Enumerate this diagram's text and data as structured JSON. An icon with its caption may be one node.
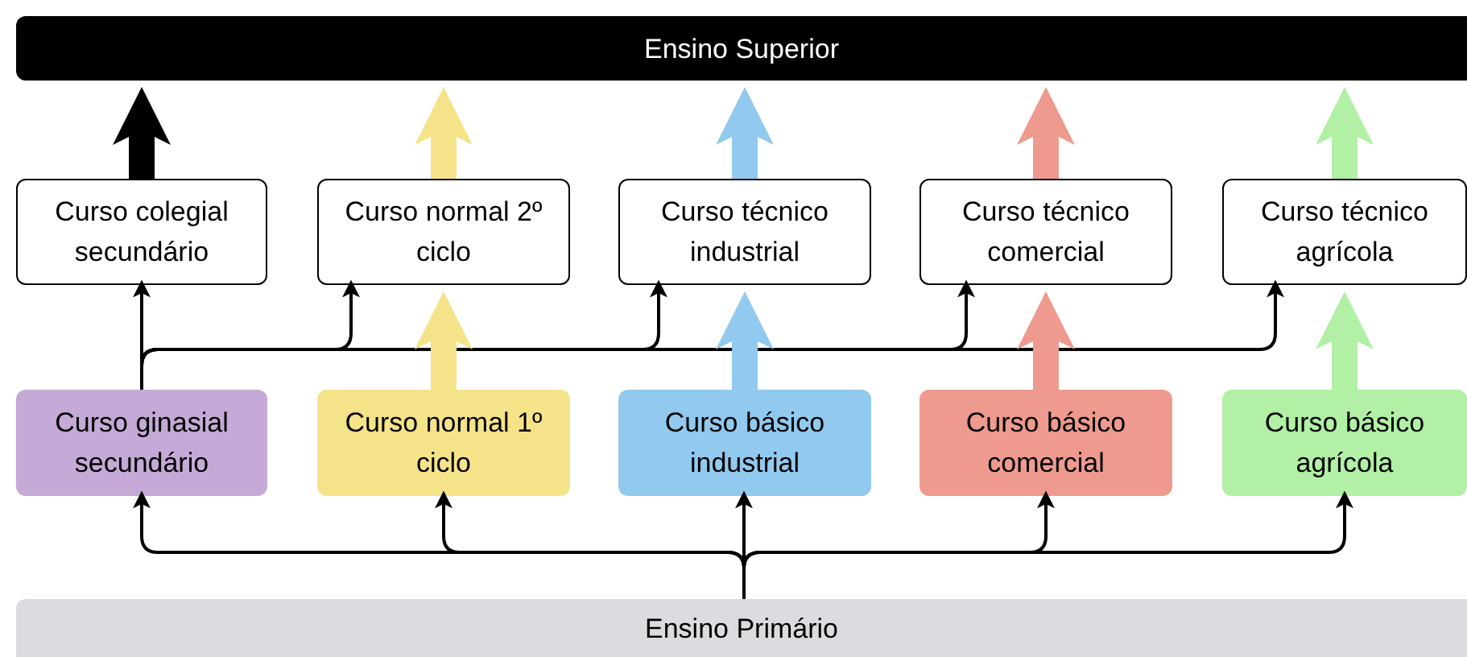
{
  "diagram": {
    "nodes": [
      {
        "text": [
          "Ensino Superior"
        ]
      },
      {
        "text": [
          "Curso colegial secundário"
        ]
      },
      {
        "text": [
          "Curso normal 2º ciclo"
        ]
      },
      {
        "text": [
          "Curso técnico industrial"
        ]
      },
      {
        "text": [
          "Curso técnico comercial"
        ]
      },
      {
        "text": [
          "Curso técnico agrícola"
        ]
      },
      {
        "text": [
          "Curso ginasial secundário"
        ]
      },
      {
        "text": [
          "Curso normal 1º ciclo"
        ]
      },
      {
        "text": [
          "Curso básico industrial"
        ]
      },
      {
        "text": [
          "Curso básico comercial"
        ]
      },
      {
        "text": [
          "Curso básico agrícola"
        ]
      },
      {
        "text": [
          "Ensino Primário"
        ]
      }
    ],
    "edges": [
      {
        "from": 1,
        "to": 0,
        "arrow": "to",
        "style": "thick"
      },
      {
        "from": 2,
        "to": 0,
        "arrow": "to",
        "style": "thick",
        "color": "#f5e38a"
      },
      {
        "from": 3,
        "to": 0,
        "arrow": "to",
        "style": "thick",
        "color": "#92c9ee"
      },
      {
        "from": 4,
        "to": 0,
        "arrow": "to",
        "style": "thick",
        "color": "#ee9a8e"
      },
      {
        "from": 5,
        "to": 0,
        "arrow": "to",
        "style": "thick",
        "color": "#b1f0a5"
      },
      {
        "from": 6,
        "to": 1,
        "arrow": "to"
      },
      {
        "from": 6,
        "to": 2,
        "arrow": "to"
      },
      {
        "from": 6,
        "to": 3,
        "arrow": "to"
      },
      {
        "from": 6,
        "to": 4,
        "arrow": "to"
      },
      {
        "from": 6,
        "to": 5,
        "arrow": "to"
      },
      {
        "from": 7,
        "to": 2,
        "arrow": "to",
        "style": "thick",
        "color": "#f5e38a"
      },
      {
        "from": 8,
        "to": 3,
        "arrow": "to",
        "style": "thick",
        "color": "#92c9ee"
      },
      {
        "from": 9,
        "to": 4,
        "arrow": "to",
        "style": "thick",
        "color": "#ee9a8e"
      },
      {
        "from": 10,
        "to": 5,
        "arrow": "to",
        "style": "thick",
        "color": "#b1f0a5"
      },
      {
        "from": 11,
        "to": 6,
        "arrow": "to"
      },
      {
        "from": 11,
        "to": 7,
        "arrow": "to"
      },
      {
        "from": 11,
        "to": 8,
        "arrow": "to"
      },
      {
        "from": 11,
        "to": 9,
        "arrow": "to"
      },
      {
        "from": 11,
        "to": 10,
        "arrow": "to"
      }
    ]
  }
}
